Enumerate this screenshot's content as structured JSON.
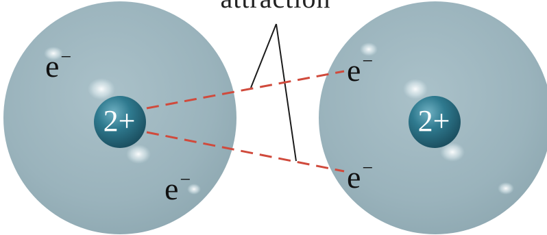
{
  "diagram": {
    "caption": "attraction",
    "atoms": [
      {
        "nucleus_label": "2+",
        "electrons": [
          {
            "symbol": "e",
            "charge": "−"
          },
          {
            "symbol": "e",
            "charge": "−"
          }
        ]
      },
      {
        "nucleus_label": "2+",
        "electrons": [
          {
            "symbol": "e",
            "charge": "−"
          },
          {
            "symbol": "e",
            "charge": "−"
          }
        ]
      }
    ]
  },
  "colors": {
    "electron_cloud": "#9bb4bd",
    "nucleus": "#2c6f83",
    "attraction_line": "#d04a3c",
    "pointer_line": "#1a1a1a"
  }
}
